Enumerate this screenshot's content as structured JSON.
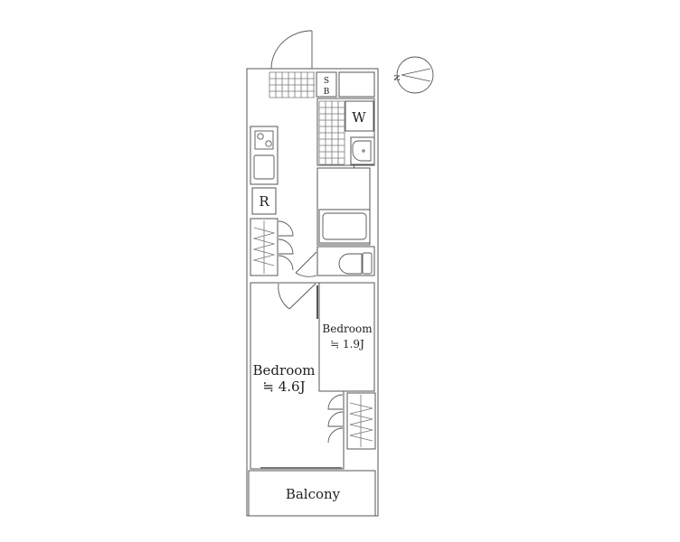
{
  "storage": {
    "line1": "S",
    "line2": "B"
  },
  "washer": {
    "label": "W"
  },
  "fridge": {
    "label": "R"
  },
  "bedroom_small": {
    "label": "Bedroom",
    "size": "≒ 1.9J"
  },
  "bedroom_large": {
    "label": "Bedroom",
    "size": "≒ 4.6J"
  },
  "balcony": {
    "label": "Balcony"
  },
  "compass": {
    "label": "N"
  },
  "colors": {
    "line": "#555555",
    "background": "#ffffff"
  }
}
